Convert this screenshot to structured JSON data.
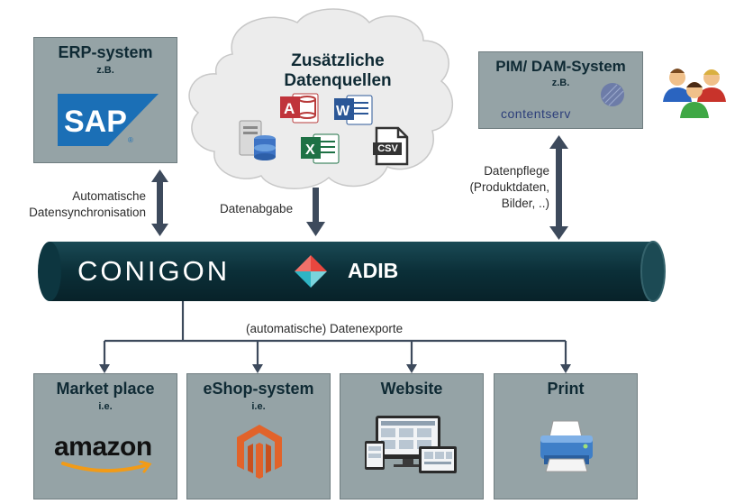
{
  "sources": {
    "erp": {
      "title": "ERP-system",
      "sub": "z.B.",
      "logo": "SAP"
    },
    "extra": {
      "title_line1": "Zusätzliche",
      "title_line2": "Datenquellen",
      "csv_label": "CSV"
    },
    "pim": {
      "title": "PIM/ DAM-System",
      "sub": "z.B.",
      "logo": "contentserv"
    }
  },
  "connectors": {
    "erp_label_line1": "Automatische",
    "erp_label_line2": "Datensynchronisation",
    "extra_label": "Datenabgabe",
    "pim_label_line1": "Datenpflege",
    "pim_label_line2": "(Produktdaten,",
    "pim_label_line3": "Bilder, ..)"
  },
  "pipe": {
    "brand": "CONIGON",
    "product": "ADIB"
  },
  "exports": {
    "label": "(automatische) Datenexporte",
    "targets": [
      {
        "title": "Market place",
        "sub": "i.e.",
        "logo": "amazon"
      },
      {
        "title": "eShop-system",
        "sub": "i.e.",
        "logo": "magento"
      },
      {
        "title": "Website",
        "sub": "",
        "logo": "devices"
      },
      {
        "title": "Print",
        "sub": "",
        "logo": "printer"
      }
    ]
  },
  "colors": {
    "box": "#95a3a6",
    "pipe": "#0d3640",
    "arrow": "#3d4a5c",
    "sap": "#1b6fb6",
    "amazon_orange": "#f29b17",
    "magento": "#e2632a"
  },
  "icons": [
    "database-icon",
    "access-icon",
    "word-icon",
    "excel-icon",
    "csv-file-icon",
    "users-icon",
    "amazon-smile-icon",
    "magento-icon",
    "devices-icon",
    "printer-icon",
    "conigon-logo-icon"
  ]
}
